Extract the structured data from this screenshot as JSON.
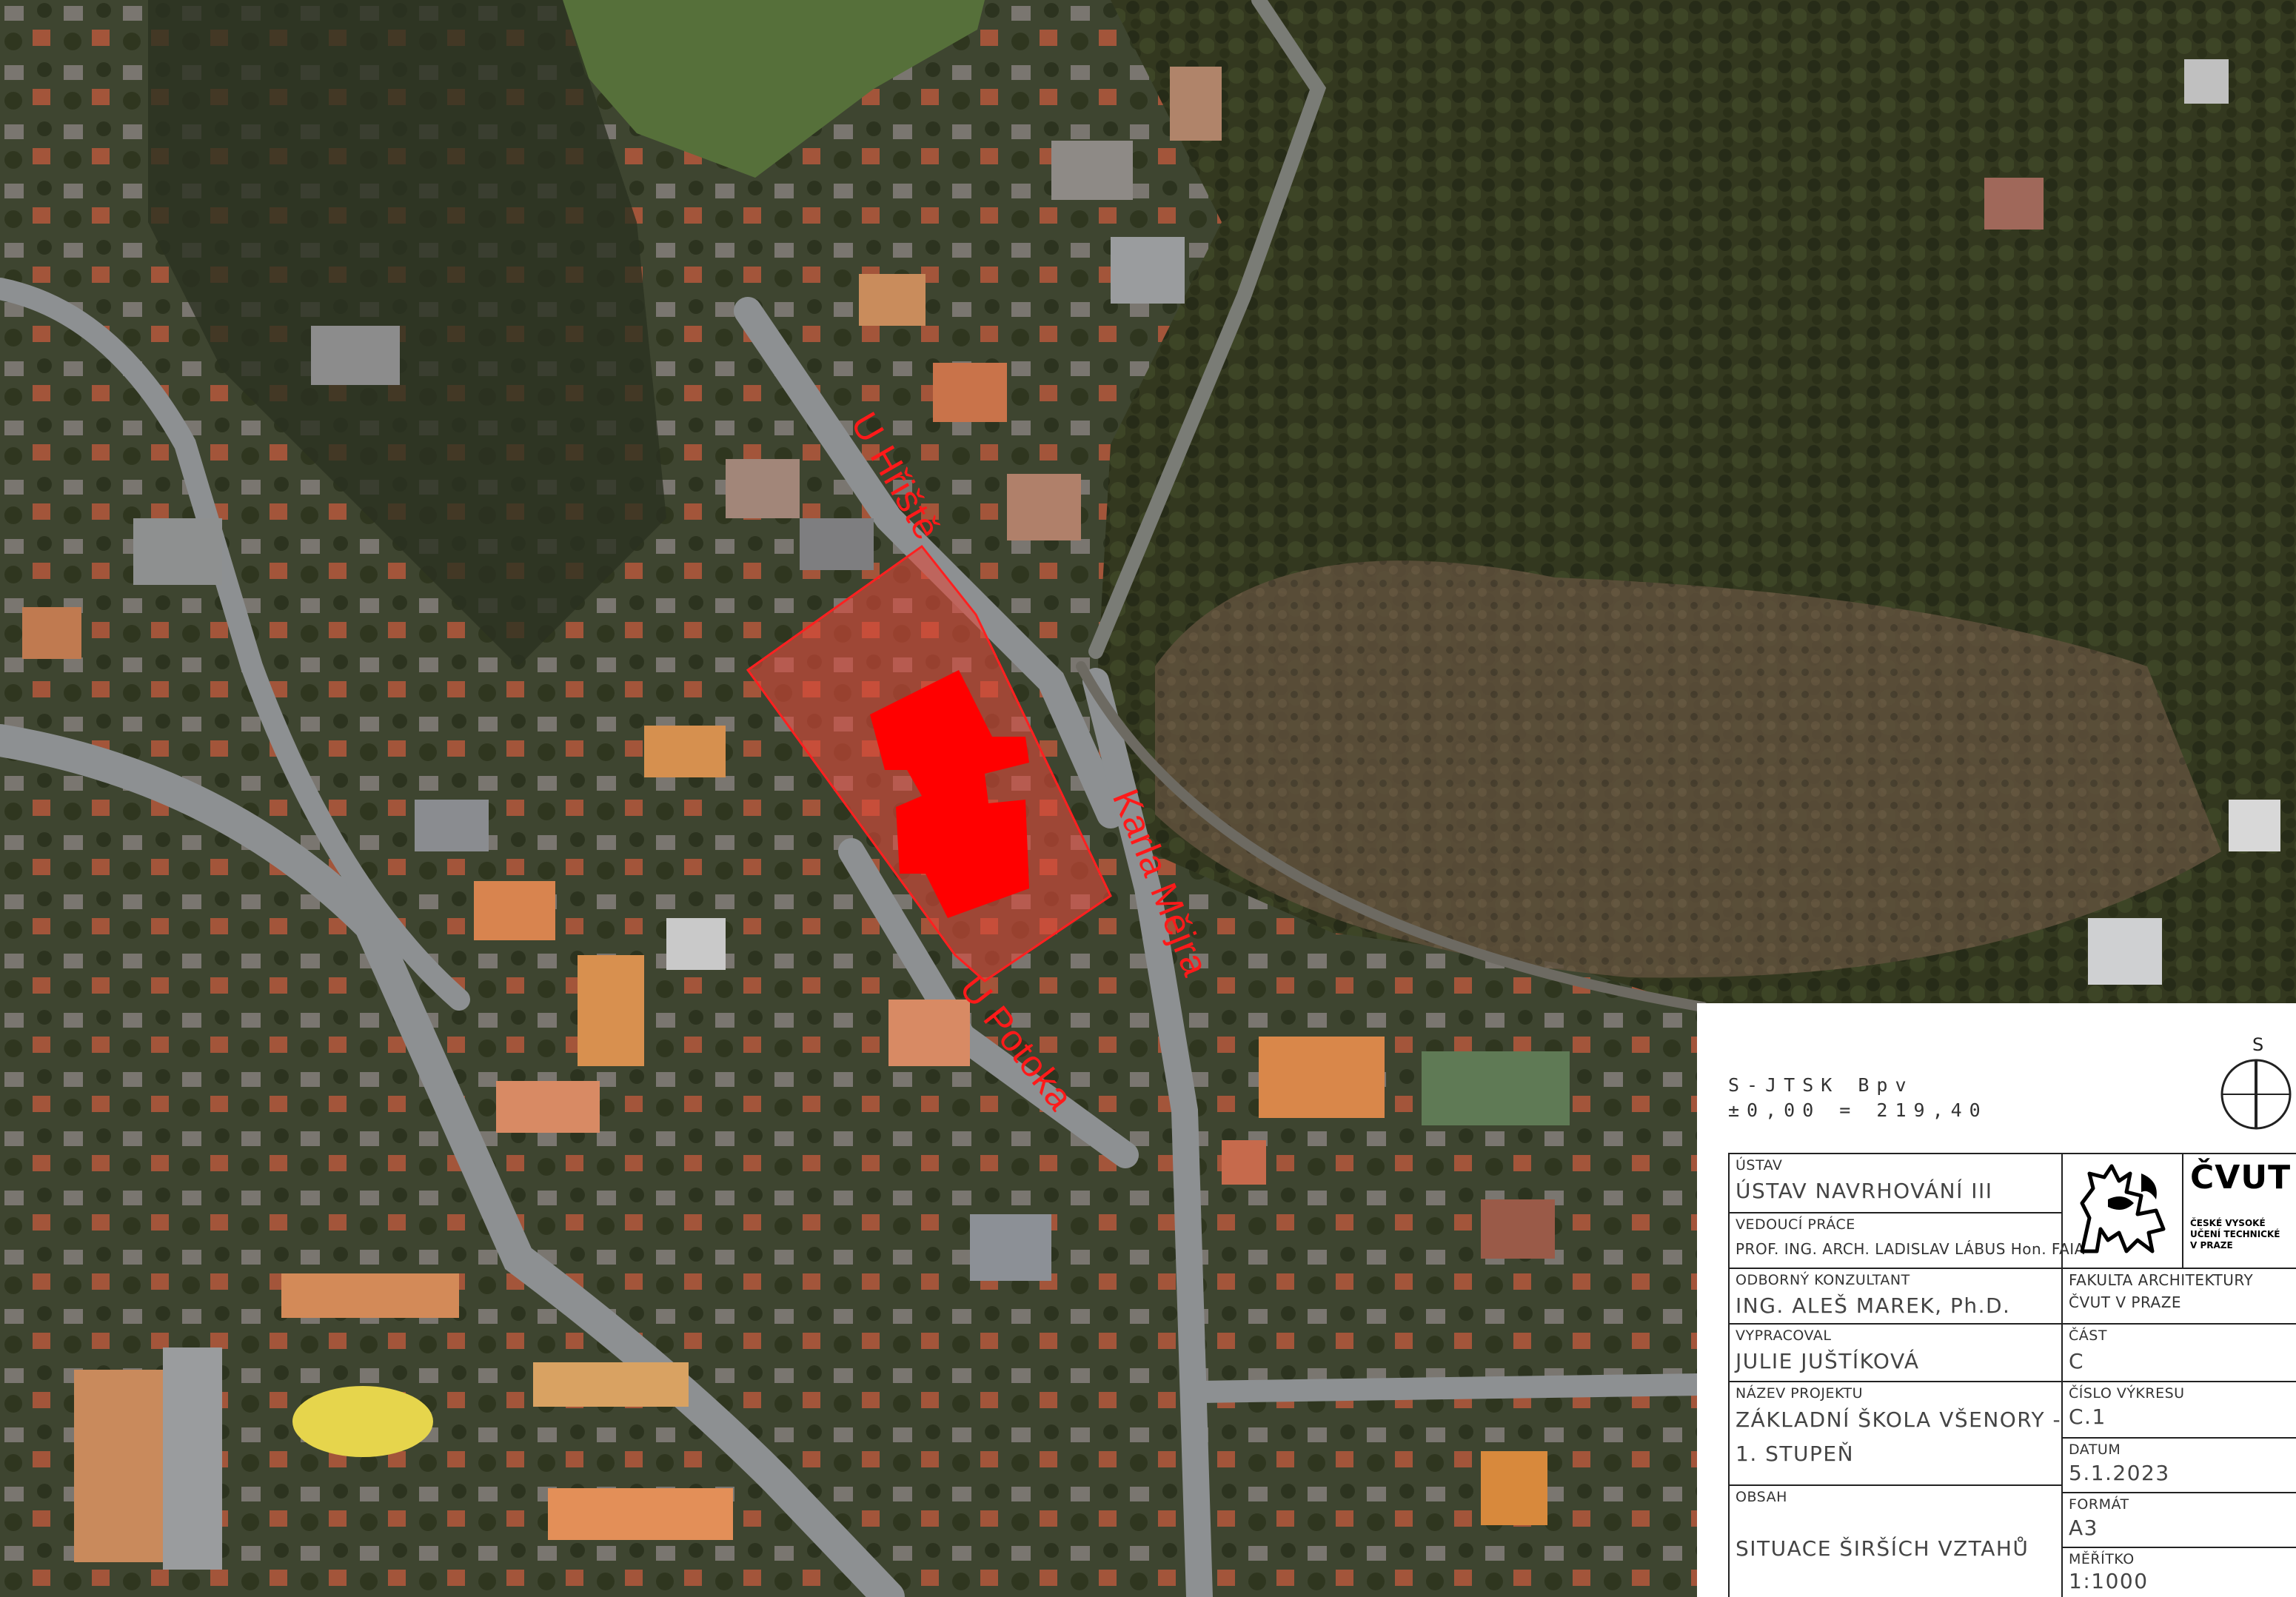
{
  "map": {
    "streets": [
      {
        "label": "U Hřiště"
      },
      {
        "label": "Karla Mějra"
      },
      {
        "label": "U Potoka"
      }
    ],
    "colors": {
      "forest": "#3a3f2a",
      "forest_dark": "#22271b",
      "clearing": "#6a5a44",
      "road": "#8d9092",
      "plot_outline": "#ff2020",
      "plot_fill": "#e04a3a",
      "building": "#ff0000",
      "field": "#56703a"
    }
  },
  "title_block": {
    "coordinate_system": "S-JTSK Bpv",
    "elevation": "±0,00 = 219,40",
    "north_label": "S",
    "ustav_label": "ÚSTAV",
    "ustav_value": "ÚSTAV NAVRHOVÁNÍ III",
    "vedouci_label": "VEDOUCÍ PRÁCE",
    "vedouci_value": "PROF. ING. ARCH. LADISLAV LÁBUS Hon. FAIA",
    "konzultant_label": "ODBORNÝ KONZULTANT",
    "konzultant_value": "ING. ALEŠ MAREK, Ph.D.",
    "fakulta_line1": "FAKULTA ARCHITEKTURY",
    "fakulta_line2": "ČVUT V PRAZE",
    "vypracoval_label": "VYPRACOVAL",
    "vypracoval_value": "JULIE JUŠTÍKOVÁ",
    "cast_label": "ČÁST",
    "cast_value": "C",
    "projekt_label": "NÁZEV PROJEKTU",
    "projekt_line1": "ZÁKLADNÍ ŠKOLA VŠENORY -",
    "projekt_line2": "1. STUPEŇ",
    "cislo_label": "ČÍSLO VÝKRESU",
    "cislo_value": "C.1",
    "datum_label": "DATUM",
    "datum_value": "5.1.2023",
    "obsah_label": "OBSAH",
    "obsah_value": "SITUACE ŠIRŠÍCH VZTAHŮ",
    "format_label": "FORMÁT",
    "format_value": "A3",
    "meritko_label": "MĚŘÍTKO",
    "meritko_value": "1:1000",
    "logo_text": "ČVUT",
    "logo_sub1": "ČESKÉ VYSOKÉ",
    "logo_sub2": "UČENÍ TECHNICKÉ",
    "logo_sub3": "V PRAZE"
  }
}
